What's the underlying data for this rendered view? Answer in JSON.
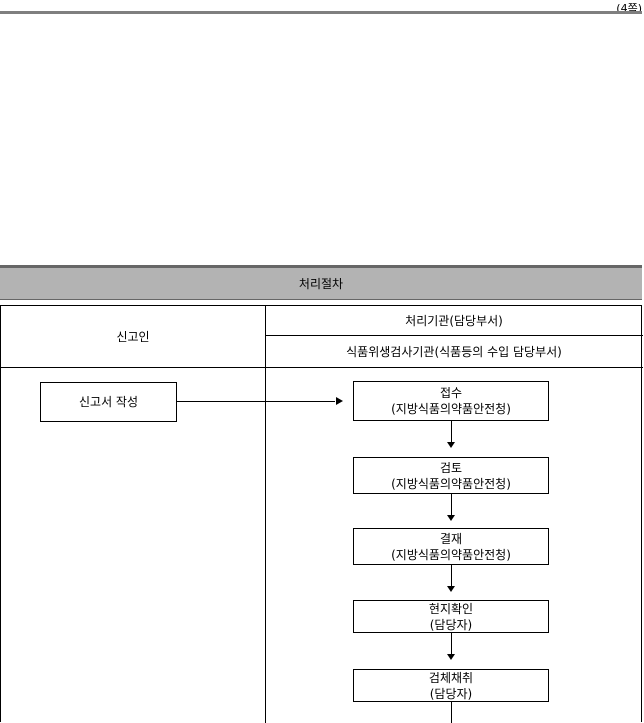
{
  "header": {
    "page_number": "(4쪽)"
  },
  "section": {
    "title": "처리절차"
  },
  "table": {
    "col1_header": "신고인",
    "col2_header_top": "처리기관(담당부서)",
    "col2_header_bottom": "식품위생검사기관(식품등의 수입 담당부서)"
  },
  "applicant_step": {
    "label": "신고서 작성"
  },
  "steps": [
    {
      "title": "접수",
      "sub": "(지방식품의약품안전청)"
    },
    {
      "title": "검토",
      "sub": "(지방식품의약품안전청)"
    },
    {
      "title": "결재",
      "sub": "(지방식품의약품안전청)"
    },
    {
      "title": "현지확인",
      "sub": "(담당자)"
    },
    {
      "title": "검체채취",
      "sub": "(담당자)"
    }
  ]
}
